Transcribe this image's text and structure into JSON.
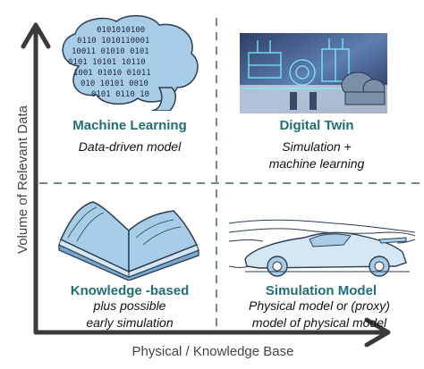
{
  "axes": {
    "y_label": "Volume of Relevant Data",
    "x_label": "Physical / Knowledge Base"
  },
  "quadrants": {
    "top_left": {
      "title": "Machine Learning",
      "desc": [
        "Data-driven model"
      ],
      "icon": "brain-binary-icon"
    },
    "top_right": {
      "title": "Digital Twin",
      "desc": [
        "Simulation +",
        "machine learning"
      ],
      "icon": "digital-twin-factory-image"
    },
    "bottom_left": {
      "title": "Knowledge -based",
      "desc": [
        "plus possible",
        "early simulation"
      ],
      "icon": "open-book-icon"
    },
    "bottom_right": {
      "title": "Simulation Model",
      "desc": [
        "Physical model or (proxy)",
        "model of physical model"
      ],
      "icon": "race-car-airflow-icon"
    }
  },
  "colors": {
    "axis": "#3a3a3a",
    "divider": "#6f8a96",
    "title": "#1f6f73",
    "icon_fill": "#a9cde7",
    "icon_stroke": "#2c3e55"
  }
}
